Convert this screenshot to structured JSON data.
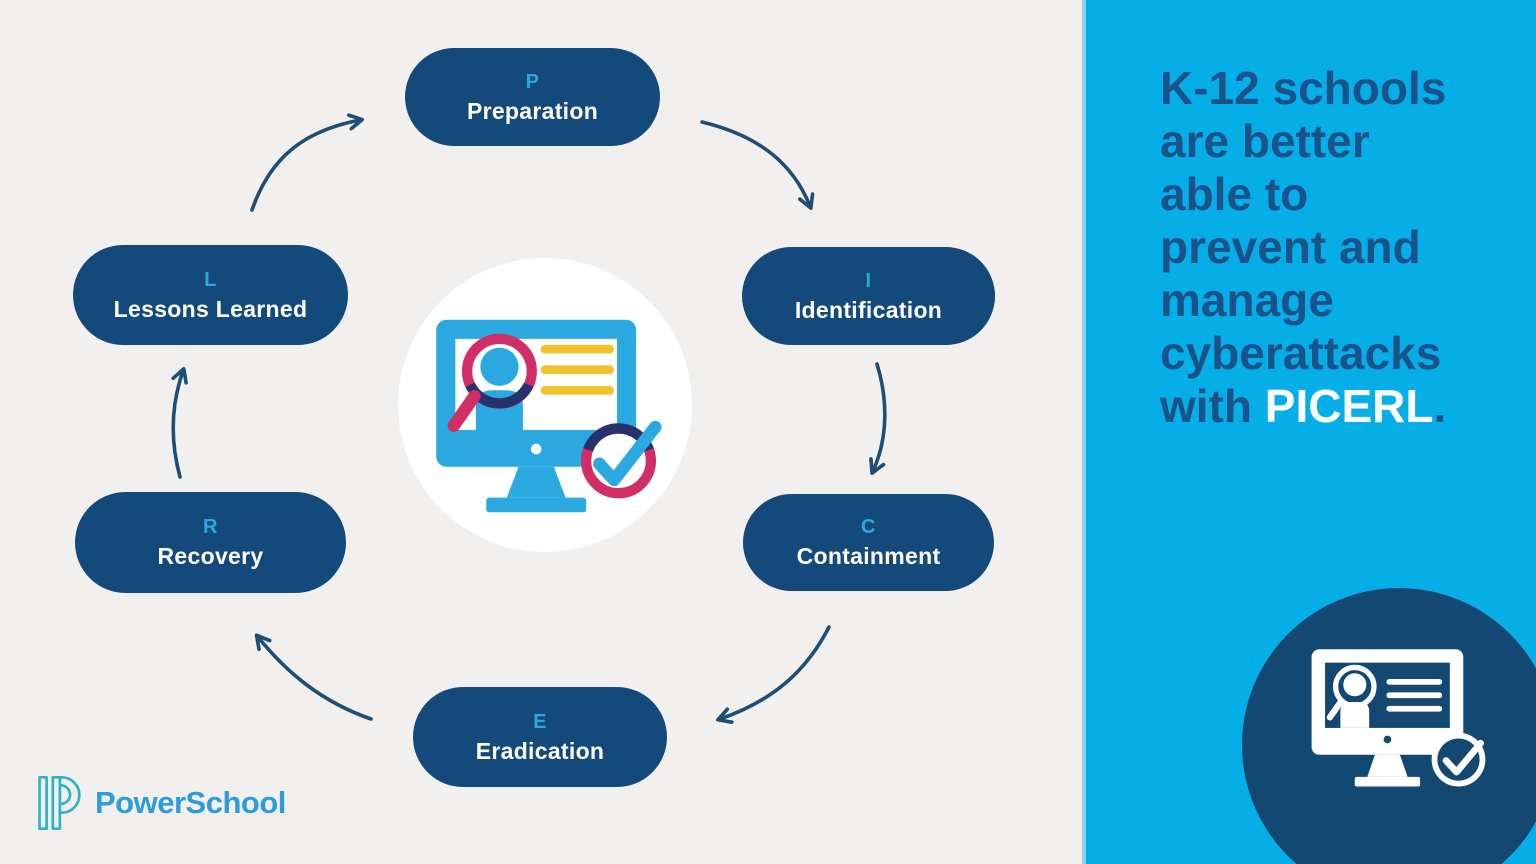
{
  "colors": {
    "background_left": "#F1F0EE",
    "panel_blue": "#06AEE8",
    "panel_edge_light": "#86D7F3",
    "pill_navy": "#14497B",
    "accent_cyan": "#2AA9E0",
    "heading_navy": "#1A5389",
    "arrow_navy": "#1E4E74",
    "magnifier_crimson": "#D02E64",
    "document_line_yellow": "#F2C330",
    "badge_indigo": "#27316E",
    "corner_circle_navy": "#134872",
    "logo_mark_teal": "#2CB3C4",
    "logo_text_blue": "#2D9CDB"
  },
  "cycle": {
    "name": "PICERL incident response cycle",
    "center_icon": "monitor-audit-check-icon",
    "steps": [
      {
        "letter": "P",
        "label": "Preparation"
      },
      {
        "letter": "I",
        "label": "Identification"
      },
      {
        "letter": "C",
        "label": "Containment"
      },
      {
        "letter": "E",
        "label": "Eradication"
      },
      {
        "letter": "R",
        "label": "Recovery"
      },
      {
        "letter": "L",
        "label": "Lessons Learned"
      }
    ]
  },
  "panel": {
    "heading_lines": [
      "K-12 schools",
      "are better",
      "able to",
      "prevent and",
      "manage",
      "cyberattacks"
    ],
    "final_line": {
      "prefix": "with ",
      "highlight": "PICERL",
      "suffix": "."
    },
    "corner_icon": "monitor-audit-check-icon-white"
  },
  "footer": {
    "brand": "PowerSchool",
    "logo_icon": "powerschool-p-mark-icon"
  }
}
